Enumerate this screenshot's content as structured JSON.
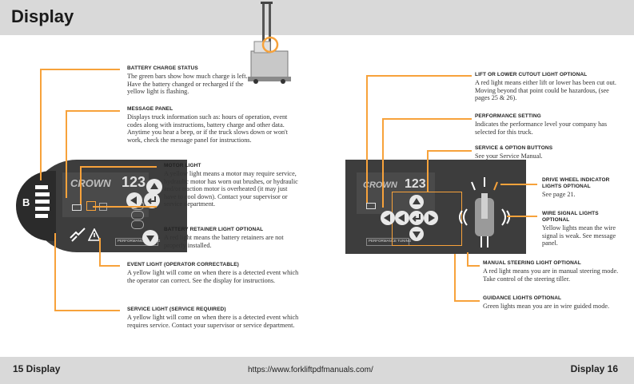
{
  "header": {
    "title": "Display"
  },
  "footer": {
    "left": "15  Display",
    "url": "https://www.forkliftpdfmanuals.com/",
    "right": "Display  16"
  },
  "left_page": {
    "battery": {
      "title": "BATTERY CHARGE STATUS",
      "body": "The green bars show how much charge is left. Have the battery changed or recharged if the yellow light is flashing."
    },
    "message": {
      "title": "MESSAGE PANEL",
      "body": "Displays truck information such as: hours of operation, event codes along with instructions, battery charge and other data. Anytime you hear a beep, or if the truck slows down or won't work, check the message panel for instructions."
    },
    "motor": {
      "title": "MOTOR LIGHT",
      "body": "A yellow light means a motor may require service, hydraulic motor has worn out brushes, or hydraulic and/or traction motor is overheated (it may just have to cool down). Contact your supervisor or service department."
    },
    "retainer": {
      "title": "BATTERY RETAINER LIGHT optional",
      "body": "A red light means the battery retainers are not properly installed."
    },
    "event": {
      "title": "EVENT LIGHT (OPERATOR CORRECTABLE)",
      "body": "A yellow light will come on when there is a detected event which the operator can correct. See the display for instructions."
    },
    "service": {
      "title": "SERVICE LIGHT (SERVICE REQUIRED)",
      "body": "A yellow light will come on when there is a detected event which requires service. Contact your supervisor or service department."
    }
  },
  "right_page": {
    "cutout": {
      "title": "LIFT OR LOWER CUTOUT LIGHT optional",
      "body": "A red light means either lift or lower has been cut out. Moving beyond that point could be hazardous, (see pages 25 & 26)."
    },
    "performance": {
      "title": "PERFORMANCE SETTING",
      "body": "Indicates the performance level your company has selected for this truck."
    },
    "buttons": {
      "title": "SERVICE & OPTION BUTTONS",
      "body": "See your Service Manual."
    },
    "drive": {
      "title": "DRIVE WHEEL INDICATOR LIGHTS optional",
      "body": "See page 21."
    },
    "wire": {
      "title": "WIRE SIGNAL LIGHTS optional",
      "body": "Yellow lights mean the wire signal is weak. See message panel."
    },
    "steering": {
      "title": "MANUAL STEERING LIGHT optional",
      "body": "A red light means you are in manual steering mode. Take control of the steering tiller."
    },
    "guidance": {
      "title": "GUIDANCE LIGHTS optional",
      "body": "Green lights mean you are in wire guided mode."
    }
  },
  "panel": {
    "brand": "CROWN",
    "number": "123",
    "label": "PERFORMANCE TUNING",
    "indicator": "B"
  },
  "colors": {
    "accent": "#f7a23b",
    "header": "#d9d9d9",
    "panel": "#3d3d3d"
  }
}
